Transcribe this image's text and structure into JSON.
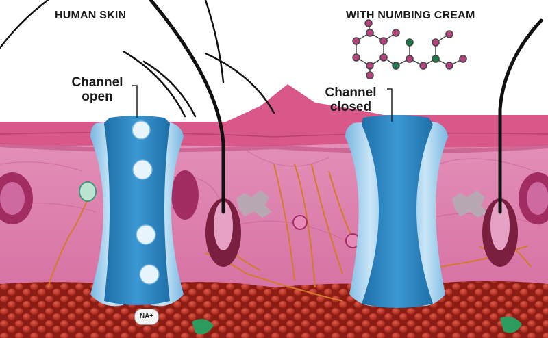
{
  "titles": {
    "left": "HUMAN SKIN",
    "right": "WITH NUMBING CREAM"
  },
  "channels": {
    "open_label": [
      "Channel",
      "open"
    ],
    "closed_label": [
      "Channel",
      "closed"
    ]
  },
  "ion_label": "NA+",
  "colors": {
    "skin_surface": "#d55b86",
    "skin_dermis": "#e184b0",
    "fat_cells": "#c0392b",
    "channel_dark": "#2e86c1",
    "channel_light": "#a9d3ee",
    "molecule_pink": "#b5437f",
    "molecule_green": "#1f7a4a",
    "nerve": "#d47a2c",
    "hair": "#111111"
  },
  "icons": [
    "molecule-diagram",
    "hair-strand",
    "nerve-fiber",
    "sodium-ion"
  ]
}
